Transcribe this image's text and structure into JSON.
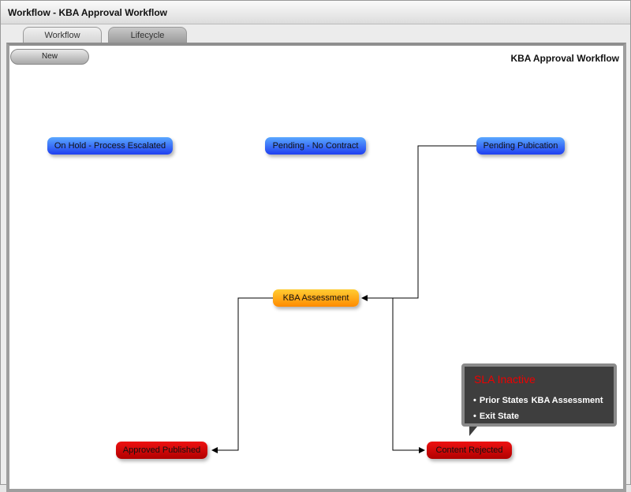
{
  "window": {
    "title": "Workflow - KBA Approval Workflow"
  },
  "tabs": [
    {
      "label": "Workflow",
      "active": true
    },
    {
      "label": "Lifecycle",
      "active": false
    }
  ],
  "toolbar": {
    "new_label": "New"
  },
  "workflow_title": "KBA Approval Workflow",
  "states": {
    "on_hold": {
      "label": "On Hold - Process Escalated",
      "color": "#2f6bff"
    },
    "pending_no_contract": {
      "label": "Pending - No Contract",
      "color": "#2f6bff"
    },
    "pending_pubication": {
      "label": "Pending Pubication",
      "color": "#2f6bff"
    },
    "kba_assessment": {
      "label": "KBA Assessment",
      "color": "#ffa41a"
    },
    "approved_published": {
      "label": "Approved Published",
      "color": "#d00000"
    },
    "content_rejected": {
      "label": "Content Rejected",
      "color": "#d00000"
    }
  },
  "tooltip": {
    "title": "SLA Inactive",
    "prior_states_label": "Prior States",
    "prior_states_value": "KBA Assessment",
    "exit_state_label": "Exit State"
  }
}
